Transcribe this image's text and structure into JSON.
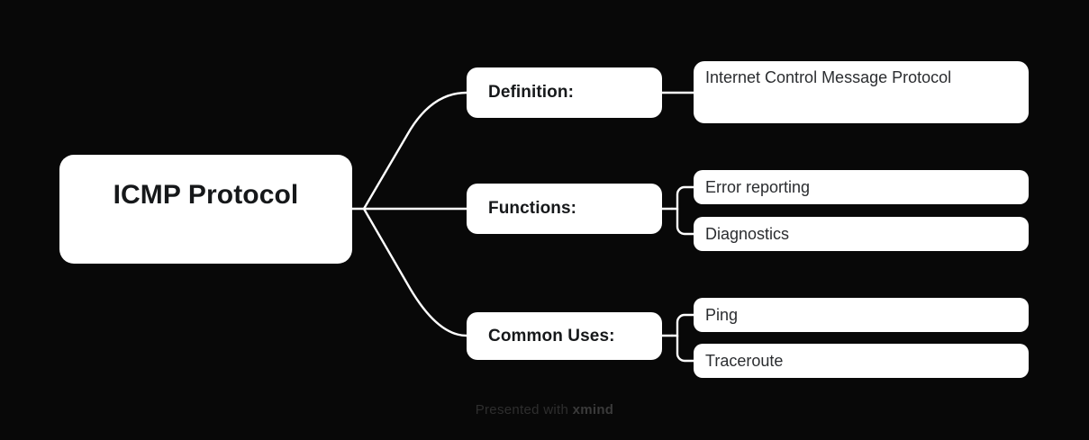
{
  "theme": {
    "background": "#080808",
    "node_fill": "#ffffff",
    "node_text": "#16181a",
    "leaf_text": "#2b2d30",
    "connector": "#ffffff",
    "watermark_text": "#2e2e2e"
  },
  "map": {
    "root": {
      "label": "ICMP Protocol"
    },
    "branches": [
      {
        "label": "Definition:",
        "children": [
          {
            "label": "Internet Control Message Protocol"
          }
        ]
      },
      {
        "label": "Functions:",
        "children": [
          {
            "label": "Error reporting"
          },
          {
            "label": "Diagnostics"
          }
        ]
      },
      {
        "label": "Common Uses:",
        "children": [
          {
            "label": "Ping"
          },
          {
            "label": "Traceroute"
          }
        ]
      }
    ]
  },
  "footer": {
    "prefix": "Presented with ",
    "brand": "xmind"
  }
}
